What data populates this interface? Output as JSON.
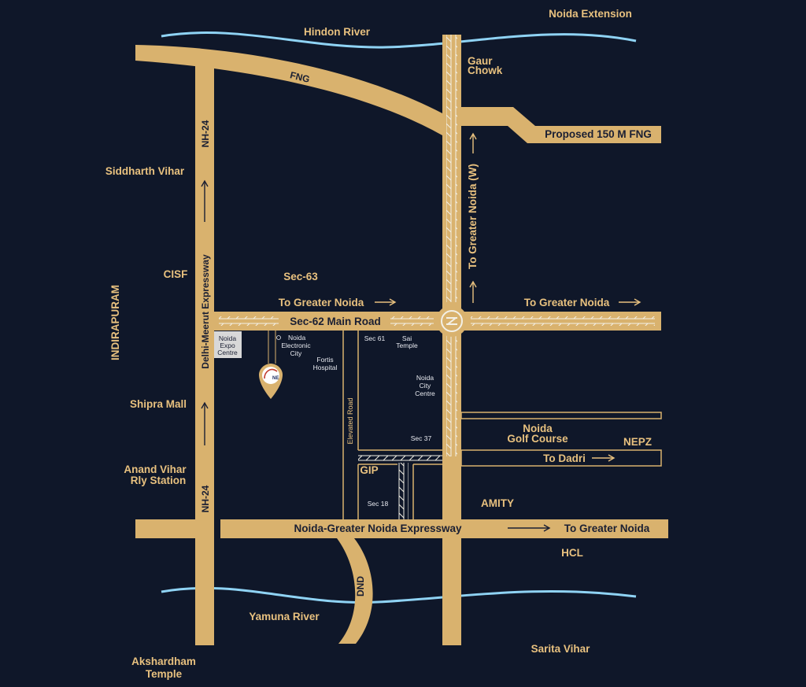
{
  "colors": {
    "background": "#0f1729",
    "road": "#d9b26e",
    "label": "#e8c17f",
    "river": "#8fd3f4",
    "road_text": "#1a1f33"
  },
  "rivers": {
    "hindon": "Hindon River",
    "yamuna": "Yamuna River"
  },
  "roads": {
    "fng": "FNG",
    "proposed_fng": "Proposed 150 M FNG",
    "nh24": "NH-24",
    "delhi_meerut": "Delhi-Meerut Expressway",
    "sec62_main": "Sec-62 Main Road",
    "to_greater_noida_w": "To Greater Noida (W)",
    "expressway": "Noida-Greater Noida Expressway",
    "to_greater_noida": "To Greater Noida",
    "to_dadri": "To Dadri",
    "elevated_road": "Elevated Road",
    "dnd": "DND"
  },
  "places": {
    "noida_extension": "Noida Extension",
    "gaur_chowk": [
      "Gaur",
      "Chowk"
    ],
    "siddharth_vihar": "Siddharth Vihar",
    "cisf": "CISF",
    "indirapuram": "INDIRAPURAM",
    "sec63": "Sec-63",
    "shipra_mall": "Shipra Mall",
    "anand_vihar": [
      "Anand Vihar",
      "Rly Station"
    ],
    "akshardham": [
      "Akshardham",
      "Temple"
    ],
    "noida_golf_course": [
      "Noida",
      "Golf Course"
    ],
    "nepz": "NEPZ",
    "gip": "GIP",
    "amity": "AMITY",
    "hcl": "HCL",
    "sarita_vihar": "Sarita Vihar"
  },
  "landmarks": {
    "noida_expo_centre": [
      "Noida",
      "Expo",
      "Centre"
    ],
    "noida_electronic_city": [
      "Noida",
      "Electronic",
      "City"
    ],
    "fortis_hospital": [
      "Fortis",
      "Hospital"
    ],
    "sec61": "Sec 61",
    "sai_temple": [
      "Sai",
      "Temple"
    ],
    "noida_city_centre": [
      "Noida",
      "City",
      "Centre"
    ],
    "sec37": "Sec 37",
    "sec18": "Sec 18"
  },
  "pin_logo": {
    "text": "NE"
  },
  "arrows": [
    "up-arrow-icon",
    "right-arrow-icon"
  ]
}
